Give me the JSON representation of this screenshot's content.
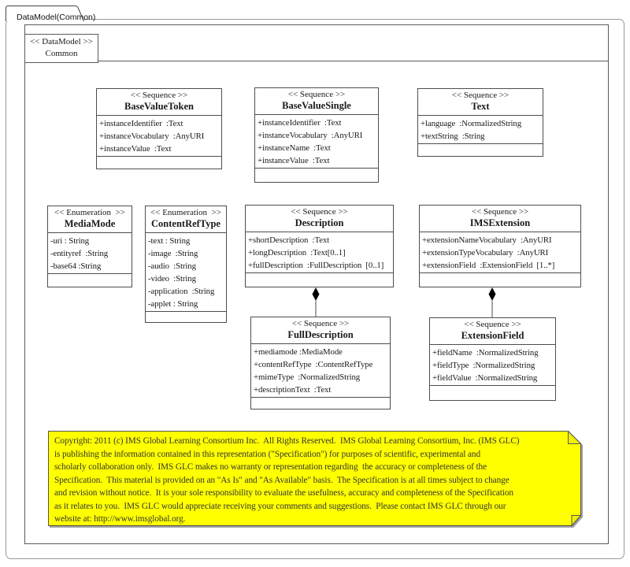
{
  "tab": {
    "label": "DataModel(Common)"
  },
  "frame": {
    "stereotype": "<< DataModel >>",
    "name": "Common"
  },
  "colors": {
    "note_fill": "#ffff00",
    "note_fold": "#f0f000",
    "box_border": "#4d4d4d",
    "page_border": "#9a9a9a",
    "diamond": "#000000"
  },
  "classes": [
    {
      "stereotype": "<< Sequence >>",
      "name": "BaseValueToken",
      "attributes": [
        "+instanceIdentifier  :Text",
        "+instanceVocabulary  :AnyURI",
        "+instanceValue  :Text"
      ]
    },
    {
      "stereotype": "<< Sequence >>",
      "name": "BaseValueSingle",
      "attributes": [
        "+instanceIdentifier  :Text",
        "+instanceVocabulary  :AnyURI",
        "+instanceName  :Text",
        "+instanceValue  :Text"
      ]
    },
    {
      "stereotype": "<< Sequence >>",
      "name": "Text",
      "attributes": [
        "+language  :NormalizedString",
        "+textString  :String"
      ]
    },
    {
      "stereotype": "<< Enumeration  >>",
      "name": "MediaMode",
      "attributes": [
        "-uri : String",
        "-entityref  :String",
        "-base64 :String"
      ]
    },
    {
      "stereotype": "<< Enumeration  >>",
      "name": "ContentRefType",
      "attributes": [
        "-text : String",
        "-image  :String",
        "-audio  :String",
        "-video  :String",
        "-application  :String",
        "-applet : String"
      ]
    },
    {
      "stereotype": "<< Sequence >>",
      "name": "Description",
      "attributes": [
        "+shortDescription  :Text",
        "+longDescription  :Text[0..1]",
        "+fullDescription  :FullDescription  [0..1]"
      ]
    },
    {
      "stereotype": "<< Sequence >>",
      "name": "IMSExtension",
      "attributes": [
        "+extensionNameVocabulary  :AnyURI",
        "+extensionTypeVocabulary  :AnyURI",
        "+extensionField  :ExtensionField  [1..*]"
      ]
    },
    {
      "stereotype": "<< Sequence >>",
      "name": "FullDescription",
      "attributes": [
        "+mediamode :MediaMode",
        "+contentRefType  :ContentRefType",
        "+mimeType  :NormalizedString",
        "+descriptionText  :Text"
      ]
    },
    {
      "stereotype": "<< Sequence >>",
      "name": "ExtensionField",
      "attributes": [
        "+fieldName  :NormalizedString",
        "+fieldType  :NormalizedString",
        "+fieldValue  :NormalizedString"
      ]
    }
  ],
  "connectors": [
    {
      "type": "composition",
      "from": "Description",
      "to": "FullDescription"
    },
    {
      "type": "composition",
      "from": "IMSExtension",
      "to": "ExtensionField"
    }
  ],
  "note": {
    "lines": [
      "Copyright: 2011 (c) IMS Global Learning Consortium Inc.  All Rights Reserved.  IMS Global Learning Consortium, Inc. (IMS GLC)",
      "is publishing the information contained in this representation (\"Specification\") for purposes of scientific, experimental and",
      "scholarly collaboration only.  IMS GLC makes no warranty or representation regarding  the accuracy or completeness of the",
      "Specification.  This material is provided on an \"As Is\" and \"As Available\" basis.  The Specification is at all times subject to change",
      "and revision without notice.  It is your sole responsibility to evaluate the usefulness, accuracy and completeness of the Specification",
      "as it relates to you.  IMS GLC would appreciate receiving your comments and suggestions.  Please contact IMS GLC through our",
      "website at: http://www.imsglobal.org."
    ]
  }
}
